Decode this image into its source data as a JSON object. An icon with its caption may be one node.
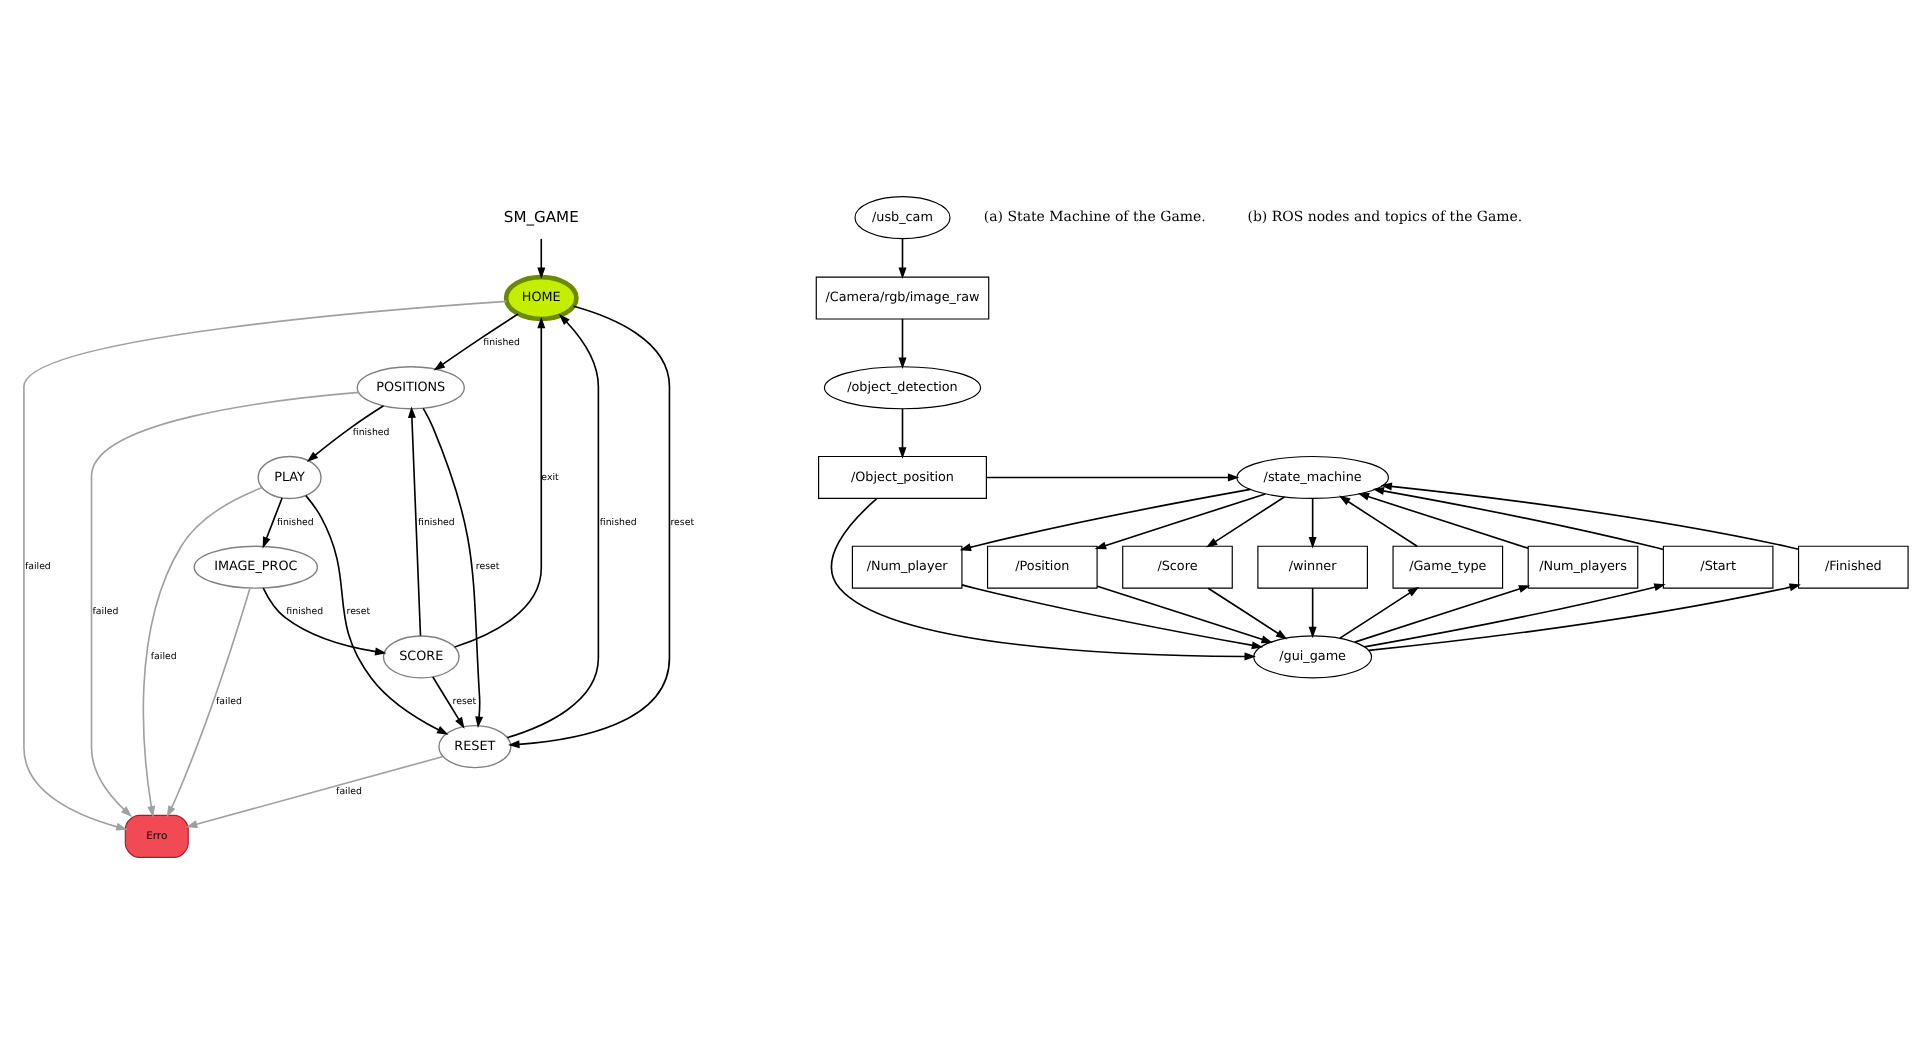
{
  "diagram": {
    "nodes": [
      {
        "text": [
          "SM_GAME"
        ]
      },
      {
        "text": [
          "HOME"
        ]
      },
      {
        "text": [
          "POSITIONS"
        ]
      },
      {
        "text": [
          "PLAY"
        ]
      },
      {
        "text": [
          "IMAGE_PROC"
        ]
      },
      {
        "text": [
          "SCORE"
        ]
      },
      {
        "text": [
          "RESET"
        ]
      },
      {
        "text": [
          "Erro"
        ]
      },
      {
        "text": [
          "/usb_cam"
        ]
      },
      {
        "text": [
          "/Camera/rgb/image_raw"
        ]
      },
      {
        "text": [
          "/object_detection"
        ]
      },
      {
        "text": [
          "/Object_position"
        ]
      },
      {
        "text": [
          "/state_machine"
        ]
      },
      {
        "text": [
          "/Num_player"
        ]
      },
      {
        "text": [
          "/Position"
        ]
      },
      {
        "text": [
          "/Score"
        ]
      },
      {
        "text": [
          "/winner"
        ]
      },
      {
        "text": [
          "/Game_type"
        ]
      },
      {
        "text": [
          "/Num_players"
        ]
      },
      {
        "text": [
          "/Start"
        ]
      },
      {
        "text": [
          "/Finished"
        ]
      },
      {
        "text": [
          "/gui_game"
        ]
      }
    ],
    "edges": [
      {
        "from": 0,
        "to": 1,
        "arrow": "to"
      },
      {
        "from": 1,
        "to": 2,
        "label": "finished",
        "arrow": "to"
      },
      {
        "from": 2,
        "to": 3,
        "label": "finished",
        "arrow": "to"
      },
      {
        "from": 3,
        "to": 4,
        "label": "finished",
        "arrow": "to"
      },
      {
        "from": 4,
        "to": 5,
        "label": "finished",
        "arrow": "to"
      },
      {
        "from": 5,
        "to": 2,
        "label": "finished",
        "arrow": "to"
      },
      {
        "from": 5,
        "to": 1,
        "label": "exit",
        "arrow": "to"
      },
      {
        "from": 1,
        "to": 6,
        "label": "reset",
        "arrow": "to"
      },
      {
        "from": 6,
        "to": 1,
        "label": "finished",
        "arrow": "to"
      },
      {
        "from": 2,
        "to": 6,
        "label": "reset",
        "arrow": "to"
      },
      {
        "from": 5,
        "to": 6,
        "label": "reset",
        "arrow": "to"
      },
      {
        "from": 3,
        "to": 6,
        "label": "reset",
        "arrow": "to"
      },
      {
        "from": 1,
        "to": 7,
        "label": "failed",
        "arrow": "to",
        "color": "#a0a0a0"
      },
      {
        "from": 2,
        "to": 7,
        "label": "failed",
        "arrow": "to",
        "color": "#a0a0a0"
      },
      {
        "from": 4,
        "to": 7,
        "label": "failed",
        "arrow": "to",
        "color": "#a0a0a0"
      },
      {
        "from": 3,
        "to": 7,
        "label": "failed",
        "arrow": "to",
        "color": "#a0a0a0"
      },
      {
        "from": 6,
        "to": 7,
        "label": "failed",
        "arrow": "to",
        "color": "#a0a0a0"
      },
      {
        "from": 8,
        "to": 9,
        "arrow": "to"
      },
      {
        "from": 9,
        "to": 10,
        "arrow": "to"
      },
      {
        "from": 10,
        "to": 11,
        "arrow": "to"
      },
      {
        "from": 11,
        "to": 12,
        "arrow": "to"
      },
      {
        "from": 11,
        "to": 21,
        "arrow": "to"
      },
      {
        "from": 12,
        "to": 13,
        "arrow": "to"
      },
      {
        "from": 12,
        "to": 14,
        "arrow": "to"
      },
      {
        "from": 12,
        "to": 15,
        "arrow": "to"
      },
      {
        "from": 12,
        "to": 16,
        "arrow": "to"
      },
      {
        "from": 13,
        "to": 21,
        "arrow": "to"
      },
      {
        "from": 14,
        "to": 21,
        "arrow": "to"
      },
      {
        "from": 15,
        "to": 21,
        "arrow": "to"
      },
      {
        "from": 16,
        "to": 21,
        "arrow": "to"
      },
      {
        "from": 21,
        "to": 17,
        "arrow": "to"
      },
      {
        "from": 21,
        "to": 18,
        "arrow": "to"
      },
      {
        "from": 21,
        "to": 19,
        "arrow": "to"
      },
      {
        "from": 21,
        "to": 20,
        "arrow": "to"
      },
      {
        "from": 17,
        "to": 12,
        "arrow": "to"
      },
      {
        "from": 18,
        "to": 12,
        "arrow": "to"
      },
      {
        "from": 19,
        "to": 12,
        "arrow": "to"
      },
      {
        "from": 20,
        "to": 12,
        "arrow": "to"
      }
    ],
    "labels": [
      "(a) State Machine of the Game.",
      "(b) ROS nodes and topics of the Game."
    ]
  }
}
